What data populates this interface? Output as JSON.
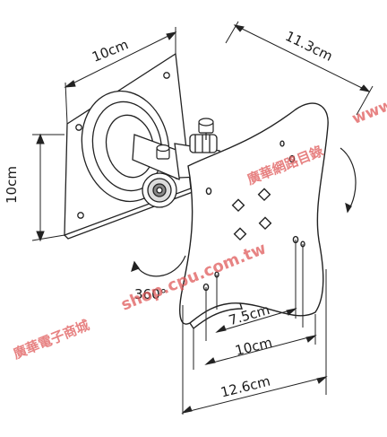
{
  "labels": {
    "top_plate_width": "10cm",
    "bracket_depth": "11.3cm",
    "left_plate_height": "10cm",
    "rotation": "360°",
    "vesa_small": "7.5cm",
    "vesa_medium": "10cm",
    "plate_width": "12.6cm"
  },
  "watermark": {
    "left": "廣華電子商城",
    "url": "shop.cpu.com.tw",
    "right": "廣華網路目錄",
    "corner": "www",
    "color": "#e05a5a"
  }
}
